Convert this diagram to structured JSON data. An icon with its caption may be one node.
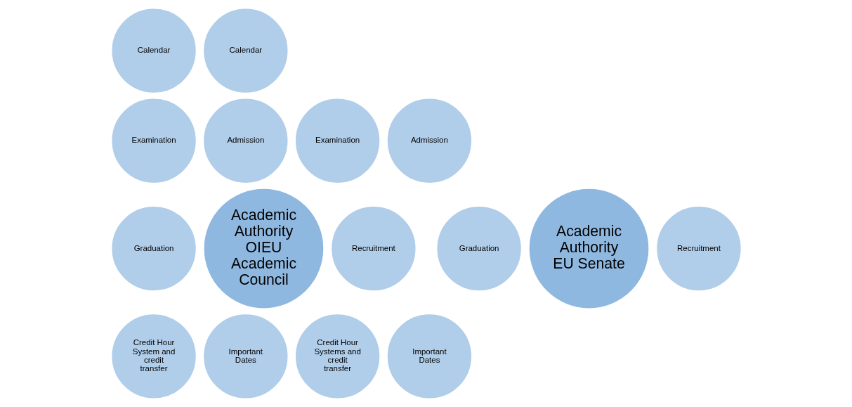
{
  "diagram": {
    "nodes": [
      {
        "text": [
          "Academic Authority OIEU Academic Council"
        ]
      },
      {
        "text": [
          "Calendar"
        ]
      },
      {
        "text": [
          "Examination"
        ]
      },
      {
        "text": [
          "Admission"
        ]
      },
      {
        "text": [
          "Graduation"
        ]
      },
      {
        "text": [
          "Recruitment"
        ]
      },
      {
        "text": [
          "Credit Hour System and credit transfer"
        ]
      },
      {
        "text": [
          "Important Dates"
        ]
      },
      {
        "text": [
          "Academic Authority EU Senate"
        ]
      },
      {
        "text": [
          "Calendar"
        ]
      },
      {
        "text": [
          "Examination"
        ]
      },
      {
        "text": [
          "Admission"
        ]
      },
      {
        "text": [
          "Graduation"
        ]
      },
      {
        "text": [
          "Recruitment"
        ]
      },
      {
        "text": [
          "Credit Hour Systems and credit transfer"
        ]
      },
      {
        "text": [
          "Important Dates"
        ]
      }
    ],
    "edges": []
  }
}
